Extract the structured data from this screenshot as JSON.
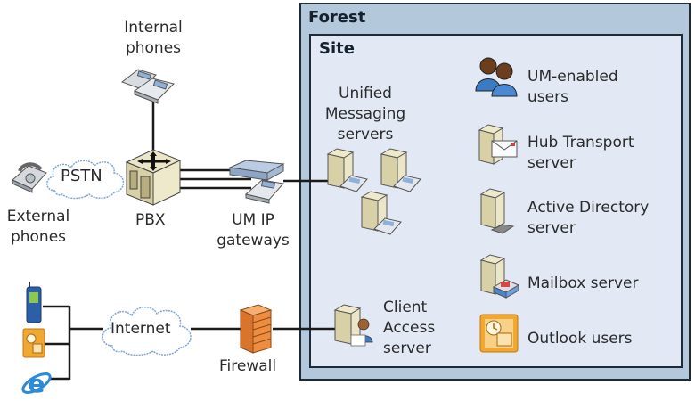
{
  "diagram": {
    "title": "Unified Messaging network topology",
    "forest": {
      "label": "Forest"
    },
    "site": {
      "label": "Site"
    },
    "external_nodes": {
      "internal_phones": {
        "label_line1": "Internal",
        "label_line2": "phones",
        "icon": "desk-phones-icon"
      },
      "pstn": {
        "label": "PSTN",
        "icon": "cloud-icon"
      },
      "external_phones": {
        "label_line1": "External",
        "label_line2": "phones",
        "icon": "desk-phone-icon"
      },
      "pbx": {
        "label": "PBX",
        "icon": "pbx-switch-icon"
      },
      "um_ip_gateways": {
        "label_line1": "UM IP",
        "label_line2": "gateways",
        "icon": "ip-gateway-icon"
      },
      "internet": {
        "label": "Internet",
        "icon": "cloud-icon"
      },
      "firewall": {
        "label": "Firewall",
        "icon": "firewall-icon"
      },
      "clients": [
        {
          "name": "mobile-phone",
          "icon": "mobile-phone-icon"
        },
        {
          "name": "outlook",
          "icon": "outlook-icon"
        },
        {
          "name": "internet-explorer",
          "icon": "internet-explorer-icon"
        }
      ]
    },
    "site_nodes": {
      "um_servers": {
        "label_line1": "Unified",
        "label_line2": "Messaging",
        "label_line3": "servers",
        "count": 3,
        "icon": "um-server-icon"
      },
      "client_access": {
        "label_line1": "Client",
        "label_line2": "Access",
        "label_line3": "server",
        "icon": "client-access-server-icon"
      }
    },
    "legend": [
      {
        "line1": "UM-enabled",
        "line2": "users",
        "icon": "users-icon"
      },
      {
        "line1": "Hub Transport",
        "line2": "server",
        "icon": "hub-transport-server-icon"
      },
      {
        "line1": "Active Directory",
        "line2": "server",
        "icon": "active-directory-server-icon"
      },
      {
        "line1": "Mailbox server",
        "line2": "",
        "icon": "mailbox-server-icon"
      },
      {
        "line1": "Outlook users",
        "line2": "",
        "icon": "outlook-icon"
      }
    ],
    "colors": {
      "forest_fill": "#b4c8dc",
      "site_fill": "#e2e9f4",
      "border": "#1e2a36",
      "firewall": "#e8893c",
      "outlook": "#f0a830",
      "ie_blue": "#2c8ad8"
    }
  }
}
